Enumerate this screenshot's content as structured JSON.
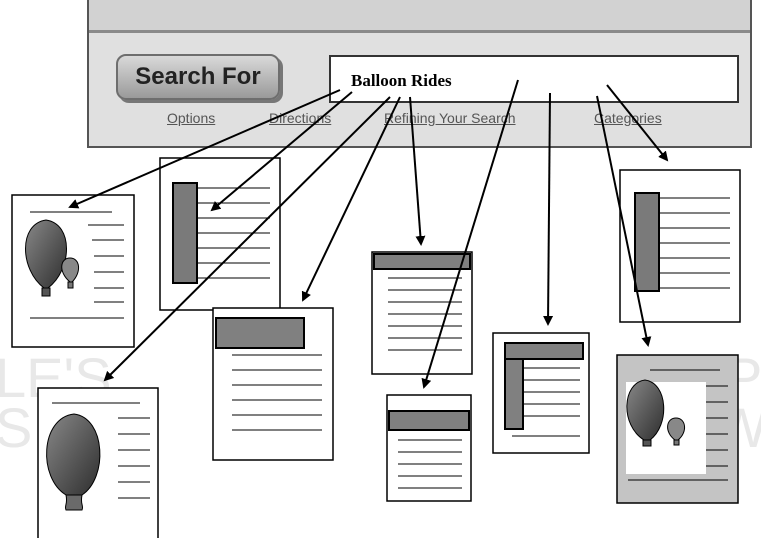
{
  "search_button_label": "Search For",
  "search_query": "Balloon Rides",
  "links": [
    "Options",
    "Directions",
    "Refining Your Search",
    "Categories"
  ],
  "watermark": [
    "LE'S",
    "SIT",
    "P",
    "W"
  ]
}
